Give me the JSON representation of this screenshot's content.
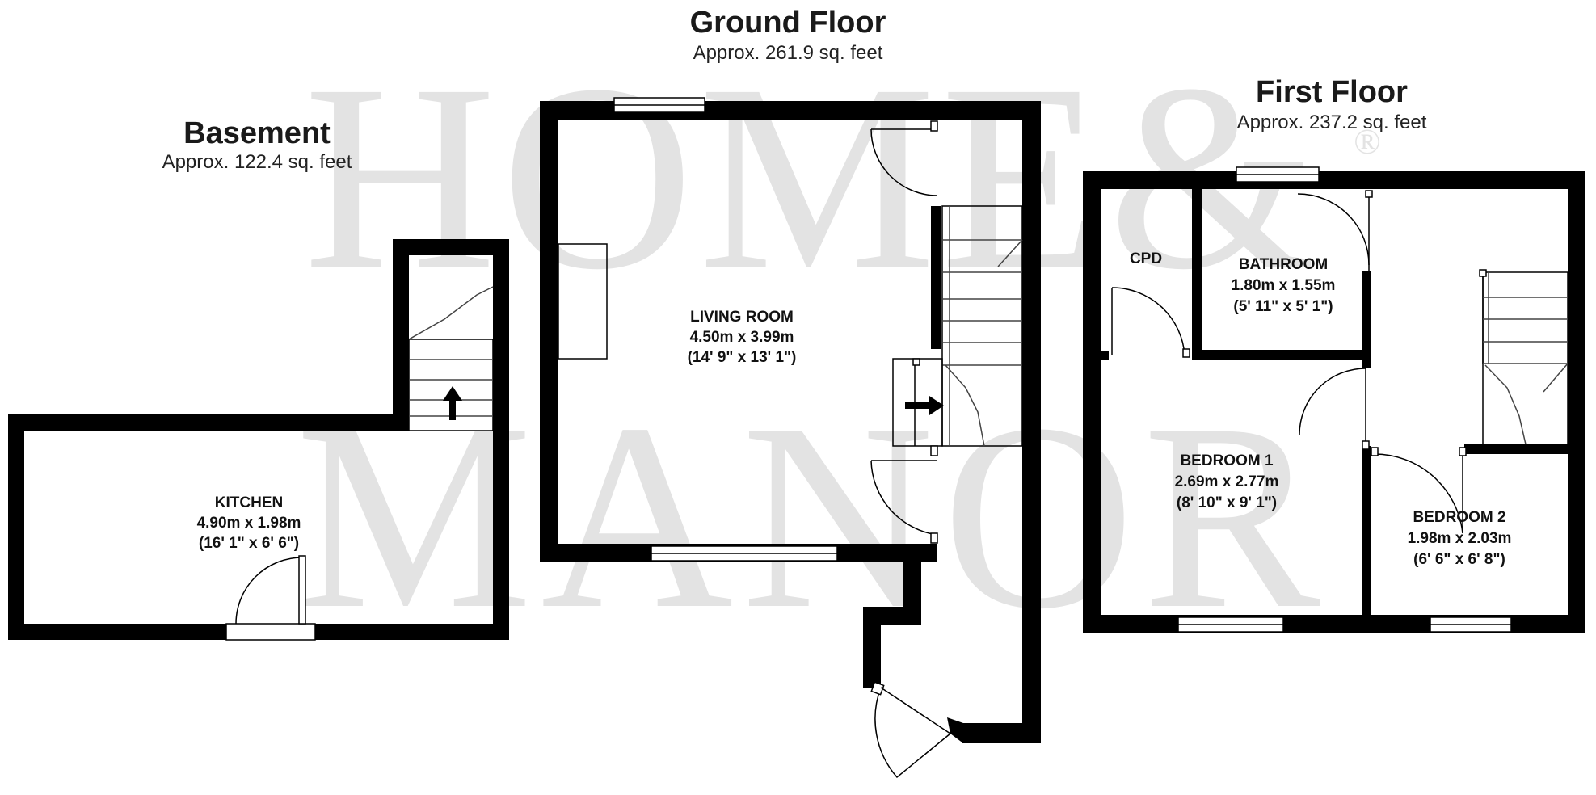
{
  "watermark": {
    "line1": "HOME&",
    "line2": "MANOR",
    "mark": "®"
  },
  "floors": {
    "basement": {
      "title": "Basement",
      "area": "Approx. 122.4 sq. feet"
    },
    "ground": {
      "title": "Ground Floor",
      "area": "Approx. 261.9 sq. feet"
    },
    "first": {
      "title": "First Floor",
      "area": "Approx. 237.2 sq. feet"
    }
  },
  "rooms": {
    "kitchen": {
      "name": "KITCHEN",
      "metric": "4.90m x 1.98m",
      "imperial": "(16' 1\" x 6' 6\")"
    },
    "living_room": {
      "name": "LIVING ROOM",
      "metric": "4.50m x 3.99m",
      "imperial": "(14' 9\" x 13' 1\")"
    },
    "cpd": {
      "name": "CPD"
    },
    "bathroom": {
      "name": "BATHROOM",
      "metric": "1.80m x 1.55m",
      "imperial": "(5' 11\" x 5' 1\")"
    },
    "bedroom1": {
      "name": "BEDROOM 1",
      "metric": "2.69m x 2.77m",
      "imperial": "(8' 10\" x 9' 1\")"
    },
    "bedroom2": {
      "name": "BEDROOM 2",
      "metric": "1.98m x 2.03m",
      "imperial": "(6' 6\" x 6' 8\")"
    }
  },
  "stair_arrows": {
    "basement": "up-arrow-icon",
    "ground": "right-arrow-icon"
  }
}
